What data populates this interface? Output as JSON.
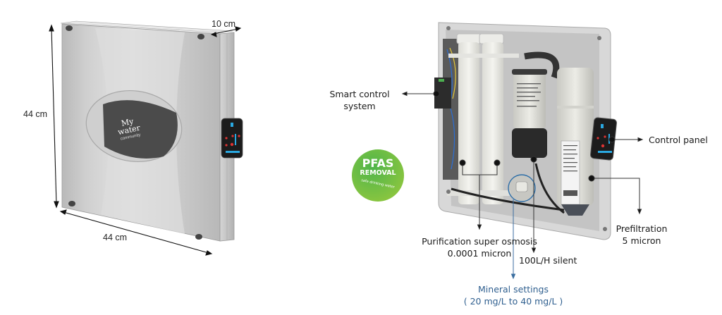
{
  "dimensions": {
    "height": "44 cm",
    "width": "44 cm",
    "depth": "10 cm"
  },
  "product": {
    "logo_main": "My water",
    "logo_sub": "community"
  },
  "badge": {
    "title": "PFAS",
    "subtitle": "REMOVAL",
    "tagline": "safe drinking water",
    "color": "#5cb83a"
  },
  "callouts": {
    "smart_control": [
      "Smart control",
      "system"
    ],
    "control_panel": "Control panel",
    "prefiltration": [
      "Prefiltration",
      "5 micron"
    ],
    "purification": [
      "Purification super osmosis",
      "0.0001 micron"
    ],
    "pump": "100L/H silent",
    "mineral": [
      "Mineral settings",
      "( 20 mg/L to 40 mg/L )"
    ]
  },
  "colors": {
    "mineral_text": "#2f5f8f",
    "leader_line": "#333333"
  }
}
